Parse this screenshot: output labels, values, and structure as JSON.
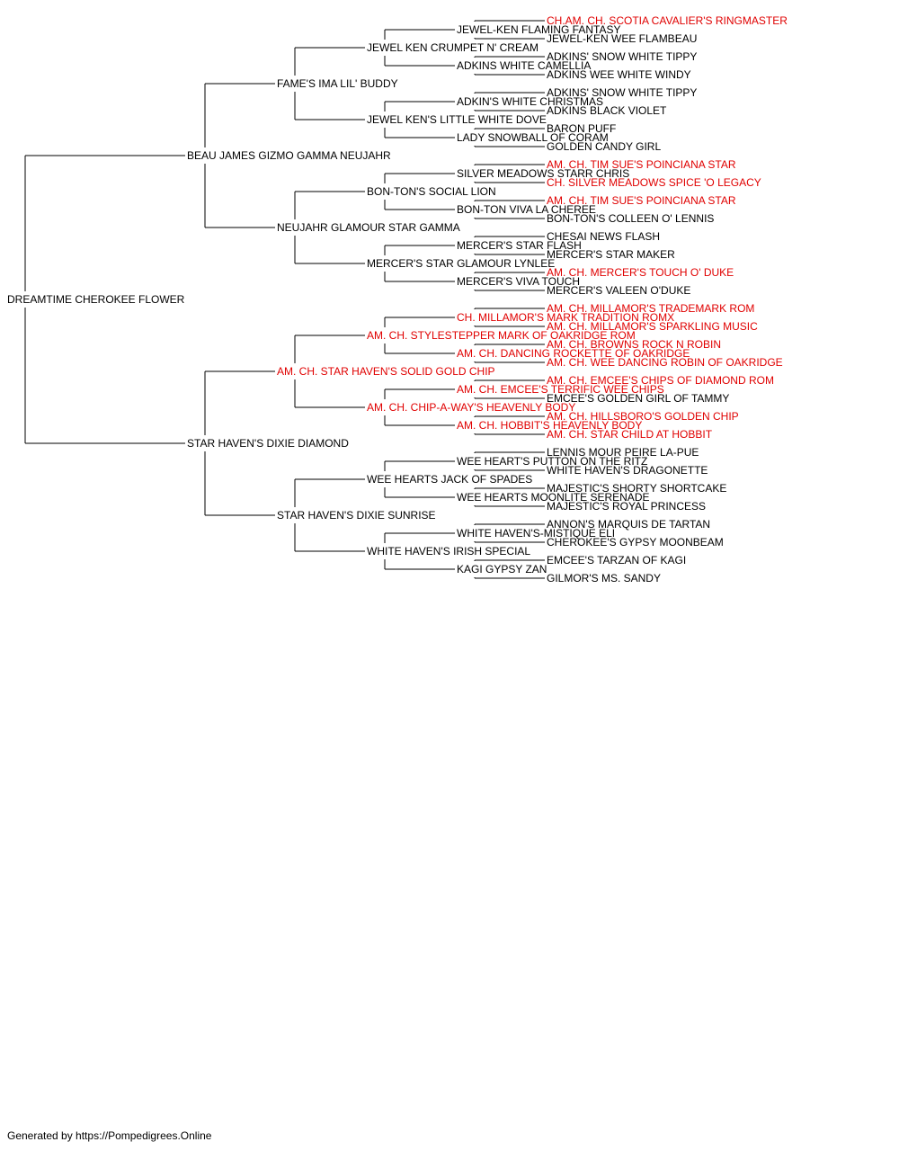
{
  "colors": {
    "line": "#000000",
    "text": "#000000",
    "champion": "#e00000"
  },
  "pedigree": {
    "name": "DREAMTIME CHEROKEE FLOWER",
    "champion": false,
    "sire": {
      "name": "BEAU JAMES GIZMO GAMMA NEUJAHR",
      "champion": false,
      "sire": {
        "name": "FAME'S IMA LIL' BUDDY",
        "champion": false,
        "sire": {
          "name": "JEWEL KEN CRUMPET N' CREAM",
          "champion": false,
          "sire": {
            "name": "JEWEL-KEN FLAMING FANTASY",
            "champion": false,
            "sire": {
              "name": "CH.AM. CH. SCOTIA CAVALIER'S RINGMASTER",
              "champion": true
            },
            "dam": {
              "name": "JEWEL-KEN WEE FLAMBEAU",
              "champion": false
            }
          },
          "dam": {
            "name": "ADKINS WHITE CAMELLIA",
            "champion": false,
            "sire": {
              "name": "ADKINS' SNOW WHITE TIPPY",
              "champion": false
            },
            "dam": {
              "name": "ADKINS WEE WHITE WINDY",
              "champion": false
            }
          }
        },
        "dam": {
          "name": "JEWEL KEN'S LITTLE WHITE DOVE",
          "champion": false,
          "sire": {
            "name": "ADKIN'S WHITE CHRISTMAS",
            "champion": false,
            "sire": {
              "name": "ADKINS' SNOW WHITE TIPPY",
              "champion": false
            },
            "dam": {
              "name": "ADKINS BLACK VIOLET",
              "champion": false
            }
          },
          "dam": {
            "name": "LADY SNOWBALL OF CORAM",
            "champion": false,
            "sire": {
              "name": "BARON PUFF",
              "champion": false
            },
            "dam": {
              "name": "GOLDEN CANDY GIRL",
              "champion": false
            }
          }
        }
      },
      "dam": {
        "name": "NEUJAHR GLAMOUR STAR GAMMA",
        "champion": false,
        "sire": {
          "name": "BON-TON'S SOCIAL LION",
          "champion": false,
          "sire": {
            "name": "SILVER MEADOWS STARR CHRIS",
            "champion": false,
            "sire": {
              "name": "AM. CH. TIM SUE'S POINCIANA STAR",
              "champion": true
            },
            "dam": {
              "name": "CH. SILVER MEADOWS SPICE 'O LEGACY",
              "champion": true
            }
          },
          "dam": {
            "name": "BON-TON VIVA LA CHEREE",
            "champion": false,
            "sire": {
              "name": "AM. CH. TIM SUE'S POINCIANA STAR",
              "champion": true
            },
            "dam": {
              "name": "BON-TON'S COLLEEN O' LENNIS",
              "champion": false
            }
          }
        },
        "dam": {
          "name": "MERCER'S STAR GLAMOUR LYNLEE",
          "champion": false,
          "sire": {
            "name": "MERCER'S STAR FLASH",
            "champion": false,
            "sire": {
              "name": "CHESAI NEWS FLASH",
              "champion": false
            },
            "dam": {
              "name": "MERCER'S STAR MAKER",
              "champion": false
            }
          },
          "dam": {
            "name": "MERCER'S VIVA TOUCH",
            "champion": false,
            "sire": {
              "name": "AM. CH. MERCER'S TOUCH O' DUKE",
              "champion": true
            },
            "dam": {
              "name": "MERCER'S VALEEN O'DUKE",
              "champion": false
            }
          }
        }
      }
    },
    "dam": {
      "name": "STAR HAVEN'S DIXIE DIAMOND",
      "champion": false,
      "sire": {
        "name": "AM. CH. STAR HAVEN'S SOLID GOLD CHIP",
        "champion": true,
        "sire": {
          "name": "AM. CH. STYLESTEPPER MARK OF OAKRIDGE ROM",
          "champion": true,
          "sire": {
            "name": "CH. MILLAMOR'S MARK TRADITION ROMX",
            "champion": true,
            "sire": {
              "name": "AM. CH. MILLAMOR'S TRADEMARK ROM",
              "champion": true
            },
            "dam": {
              "name": "AM. CH. MILLAMOR'S SPARKLING MUSIC",
              "champion": true
            }
          },
          "dam": {
            "name": "AM. CH. DANCING ROCKETTE OF OAKRIDGE",
            "champion": true,
            "sire": {
              "name": "AM. CH. BROWNS ROCK N ROBIN",
              "champion": true
            },
            "dam": {
              "name": "AM. CH. WEE DANCING ROBIN OF OAKRIDGE",
              "champion": true
            }
          }
        },
        "dam": {
          "name": "AM. CH. CHIP-A-WAY'S HEAVENLY BODY",
          "champion": true,
          "sire": {
            "name": "AM. CH. EMCEE'S TERRIFIC WEE CHIPS",
            "champion": true,
            "sire": {
              "name": "AM. CH. EMCEE'S CHIPS OF DIAMOND ROM",
              "champion": true
            },
            "dam": {
              "name": "EMCEE'S GOLDEN GIRL OF TAMMY",
              "champion": false
            }
          },
          "dam": {
            "name": "AM. CH. HOBBIT'S HEAVENLY BODY",
            "champion": true,
            "sire": {
              "name": "AM. CH. HILLSBORO'S GOLDEN CHIP",
              "champion": true
            },
            "dam": {
              "name": "AM. CH. STAR CHILD AT HOBBIT",
              "champion": true
            }
          }
        }
      },
      "dam": {
        "name": "STAR HAVEN'S DIXIE SUNRISE",
        "champion": false,
        "sire": {
          "name": "WEE HEARTS JACK OF SPADES",
          "champion": false,
          "sire": {
            "name": "WEE HEART'S PUTTON ON THE RITZ",
            "champion": false,
            "sire": {
              "name": "LENNIS MOUR PEIRE LA-PUE",
              "champion": false
            },
            "dam": {
              "name": "WHITE HAVEN'S DRAGONETTE",
              "champion": false
            }
          },
          "dam": {
            "name": "WEE HEARTS MOONLITE SERENADE",
            "champion": false,
            "sire": {
              "name": "MAJESTIC'S SHORTY SHORTCAKE",
              "champion": false
            },
            "dam": {
              "name": "MAJESTIC'S ROYAL PRINCESS",
              "champion": false
            }
          }
        },
        "dam": {
          "name": "WHITE HAVEN'S IRISH SPECIAL",
          "champion": false,
          "sire": {
            "name": "WHITE HAVEN'S-MISTIQUE ELI",
            "champion": false,
            "sire": {
              "name": "ANNON'S MARQUIS DE TARTAN",
              "champion": false
            },
            "dam": {
              "name": "CHEROKEE'S GYPSY MOONBEAM",
              "champion": false
            }
          },
          "dam": {
            "name": "KAGI GYPSY ZAN",
            "champion": false,
            "sire": {
              "name": "EMCEE'S TARZAN OF KAGI",
              "champion": false
            },
            "dam": {
              "name": "GILMOR'S MS. SANDY",
              "champion": false
            }
          }
        }
      }
    }
  },
  "footer": {
    "text": "Generated by https://Pompedigrees.Online"
  }
}
